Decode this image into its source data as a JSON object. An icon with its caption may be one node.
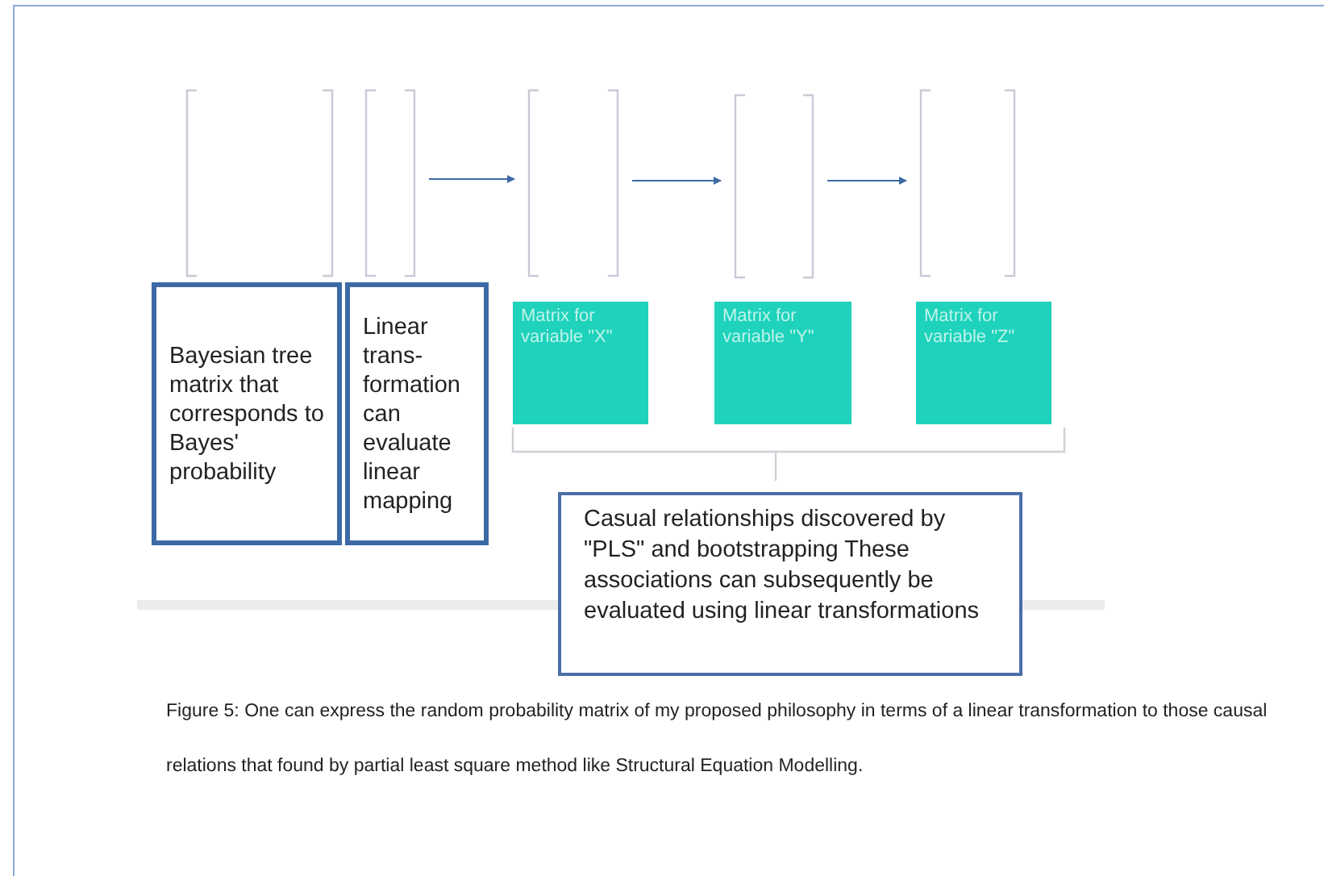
{
  "diagram": {
    "caption": "Figure 5: One can express the random probability matrix of my proposed philosophy in terms of a linear transformation to those causal relations that found by partial least square method like Structural Equation Modelling.",
    "nodes": [
      {
        "text": [],
        "shape": "bracket"
      },
      {
        "text": [],
        "shape": "bracket"
      },
      {
        "text": [],
        "shape": "bracket"
      },
      {
        "text": [],
        "shape": "bracket"
      },
      {
        "text": [],
        "shape": "bracket"
      },
      {
        "text": [
          "Bayesian tree matrix that corresponds to Bayes' probability"
        ]
      },
      {
        "text": [
          "Linear trans- formation can evaluate linear mapping"
        ]
      },
      {
        "text": [
          "Matrix for variable \"X\""
        ]
      },
      {
        "text": [
          "Matrix for variable \"Y\""
        ]
      },
      {
        "text": [
          "Matrix for variable \"Z\""
        ]
      },
      {
        "text": [
          "Casual relationships discovered by \"PLS\" and bootstrapping These associations can subsequently be evaluated using linear transformations"
        ]
      }
    ],
    "edges": [
      {
        "from": 1,
        "to": 2,
        "arrow": "to"
      },
      {
        "from": 2,
        "to": 3,
        "arrow": "to"
      },
      {
        "from": 3,
        "to": 4,
        "arrow": "to"
      }
    ]
  }
}
